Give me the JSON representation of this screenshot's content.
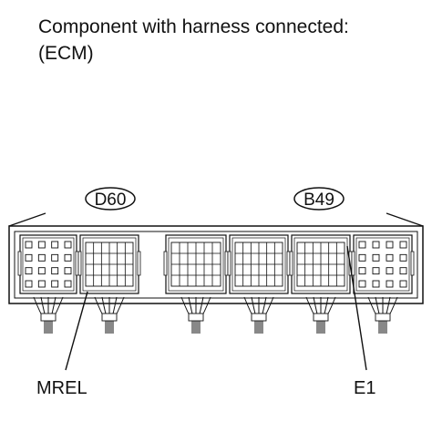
{
  "header": {
    "line1": "Component with harness connected:",
    "line2": "(ECM)"
  },
  "connectors": [
    {
      "id": "D60"
    },
    {
      "id": "B49"
    }
  ],
  "terminals": [
    {
      "name": "MREL"
    },
    {
      "name": "E1"
    }
  ],
  "colors": {
    "line": "#111111",
    "background": "#ffffff"
  }
}
